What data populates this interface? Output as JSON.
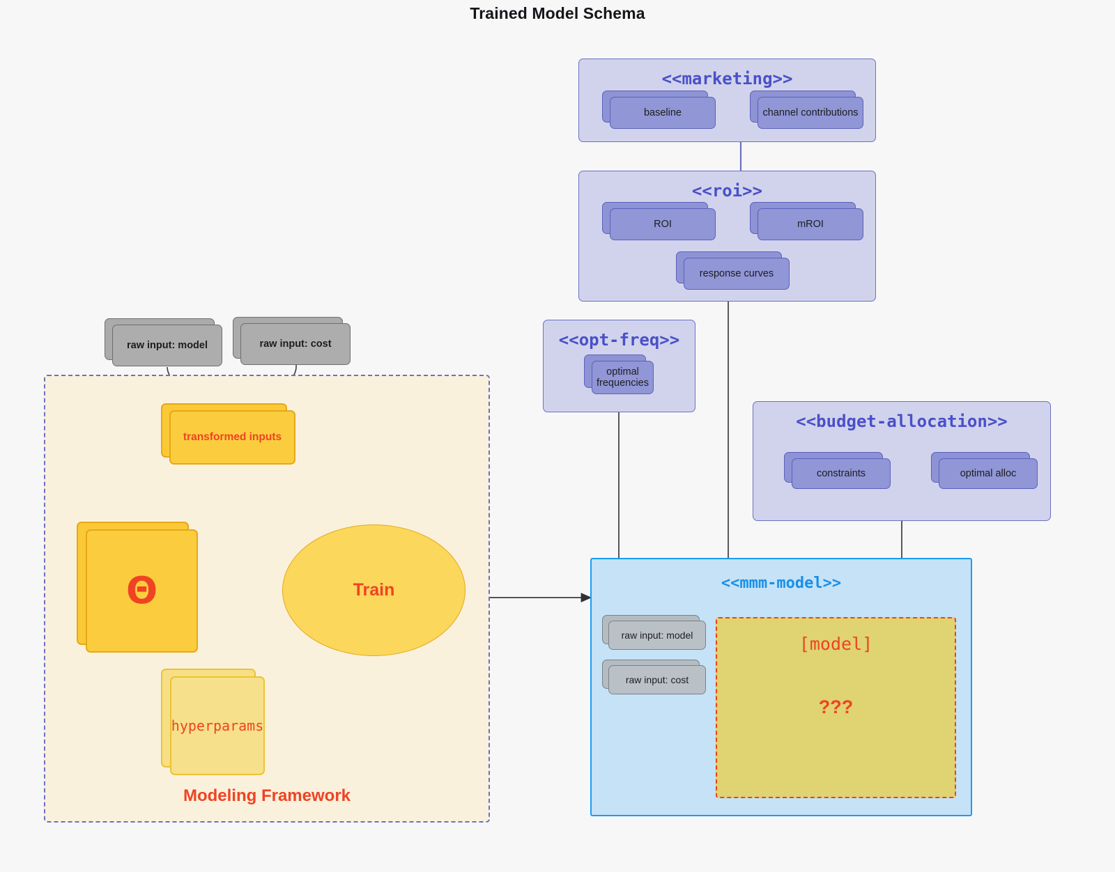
{
  "title": "Trained Model Schema",
  "colors": {
    "canvas": "#f7f7f7",
    "package_fill": "#d1d3ec",
    "package_border": "#6b70c4",
    "package_title": "#4a50c8",
    "artifact_purple_fill": "#9096d6",
    "artifact_gray_fill": "#adadad",
    "mmm_fill": "#c5e2f7",
    "mmm_border": "#1a9cf0",
    "mmm_title": "#1a8fe8",
    "framework_fill": "#faf1dd",
    "framework_border": "#6b70c4",
    "accent_red": "#ef4323",
    "yellow_strong": "#fbcd3e",
    "yellow_pale": "#f7e08b",
    "train_fill": "#fbd75c",
    "model_region_fill": "#dfd372",
    "model_region_border": "#f0411b",
    "edge_gray": "#57585a"
  },
  "packages": {
    "marketing": {
      "title": "<<marketing>>",
      "artifacts": [
        {
          "label": "baseline"
        },
        {
          "label": "channel contributions"
        }
      ]
    },
    "roi": {
      "title": "<<roi>>",
      "artifacts": [
        {
          "label": "ROI"
        },
        {
          "label": "mROI"
        },
        {
          "label": "response curves"
        }
      ]
    },
    "opt_freq": {
      "title": "<<opt-freq>>",
      "artifacts": [
        {
          "label": "optimal\nfrequencies",
          "line1": "optimal",
          "line2": "frequencies"
        }
      ]
    },
    "budget_allocation": {
      "title": "<<budget-allocation>>",
      "artifacts": [
        {
          "label": "constraints"
        },
        {
          "label": "optimal alloc"
        }
      ]
    },
    "mmm_model": {
      "title": "<<mmm-model>>",
      "artifacts": [
        {
          "label": "raw input: model"
        },
        {
          "label": "raw input: cost"
        }
      ],
      "model_region": {
        "title": "[model]",
        "placeholder": "???"
      }
    }
  },
  "framework": {
    "label": "Modeling Framework",
    "raw_inputs": [
      {
        "label": "raw input: model"
      },
      {
        "label": "raw input: cost"
      }
    ],
    "transformed_inputs": {
      "label": "transformed inputs"
    },
    "theta": {
      "label": "Θ"
    },
    "hyperparams": {
      "label": "hyperparams"
    },
    "train": {
      "label": "Train"
    }
  },
  "edges": [
    {
      "from": "baseline",
      "to": "channel contributions",
      "kind": "bidirectional"
    },
    {
      "from": "ROI",
      "to": "mROI",
      "kind": "bidirectional"
    },
    {
      "from": "constraints",
      "to": "optimal alloc",
      "kind": "bidirectional"
    },
    {
      "from": "marketing",
      "to": "roi",
      "kind": "link"
    },
    {
      "from": "roi",
      "to": "mmm-model",
      "kind": "link"
    },
    {
      "from": "opt-freq",
      "to": "mmm-model",
      "kind": "link"
    },
    {
      "from": "budget-allocation",
      "to": "mmm-model",
      "kind": "link"
    },
    {
      "from": "raw input: model",
      "to": "transformed inputs",
      "kind": "arrow"
    },
    {
      "from": "raw input: cost",
      "to": "transformed inputs",
      "kind": "arrow"
    },
    {
      "from": "transformed inputs",
      "to": "Train",
      "kind": "arrow-red"
    },
    {
      "from": "theta",
      "to": "Train",
      "kind": "arrow-red"
    },
    {
      "from": "hyperparams",
      "to": "Train",
      "kind": "arrow-red"
    },
    {
      "from": "Modeling Framework",
      "to": "mmm-model",
      "kind": "arrow"
    }
  ]
}
